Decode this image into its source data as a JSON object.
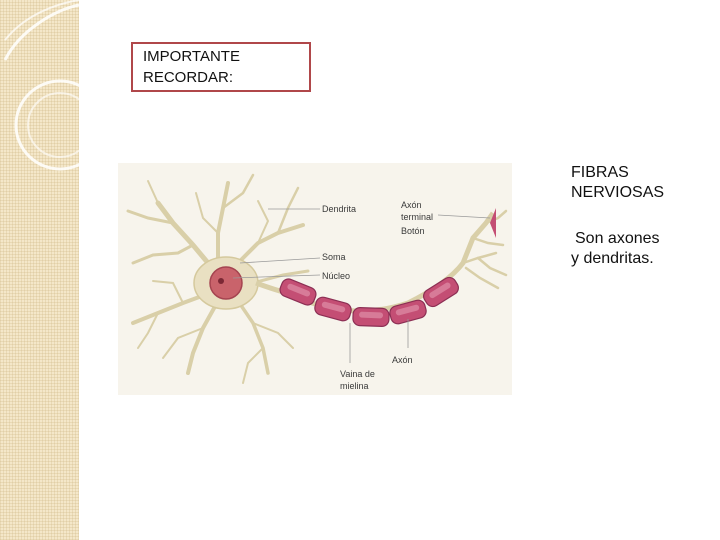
{
  "note_box": {
    "lines": [
      "IMPORTANTE",
      "RECORDAR:"
    ]
  },
  "figure": {
    "labels": {
      "dendrita": "Dendrita",
      "axon_terminal_1": "Axón",
      "axon_terminal_2": "terminal",
      "boton": "Botón",
      "soma": "Soma",
      "nucleo": "Núcleo",
      "vaina_1": "Vaina de",
      "vaina_2": "mielina",
      "axon": "Axón"
    }
  },
  "side_text": {
    "heading_lines": [
      "FIBRAS",
      "NERVIOSAS"
    ],
    "body_lines": [
      "Son axones",
      "y dendritas."
    ]
  },
  "colors": {
    "box_border": "#b0474a",
    "neuron_body": "#e9e0c2",
    "nucleus": "#c9636b",
    "myelin": "#c44e74",
    "strip": "#f4e7c9"
  }
}
